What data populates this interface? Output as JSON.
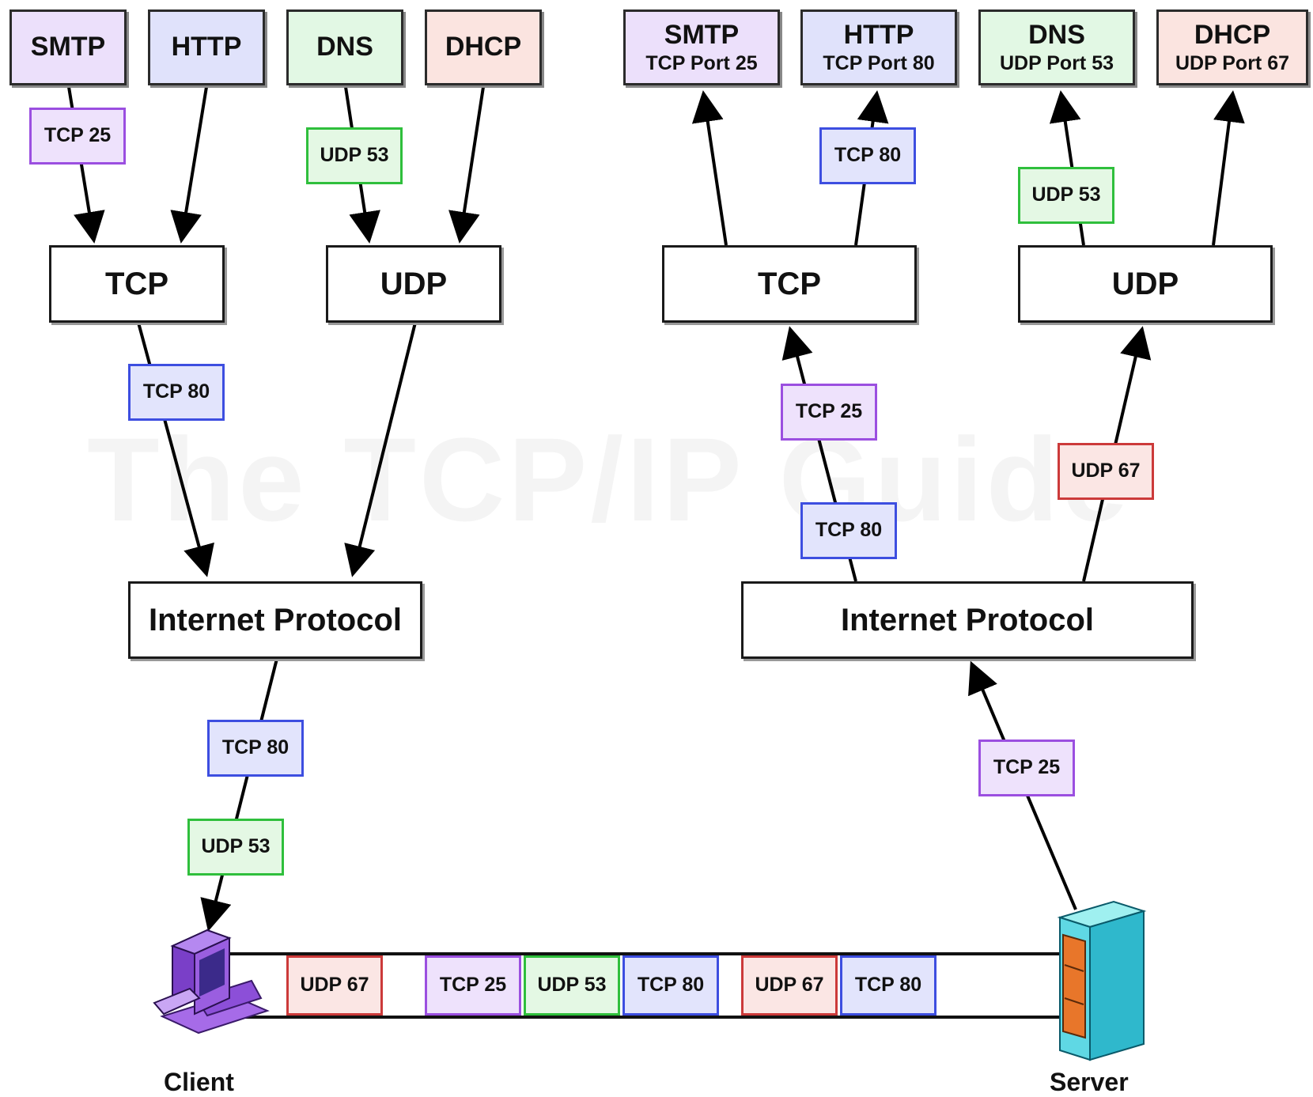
{
  "watermark": "The TCP/IP Guide",
  "client": {
    "apps": [
      {
        "name": "SMTP"
      },
      {
        "name": "HTTP"
      },
      {
        "name": "DNS"
      },
      {
        "name": "DHCP"
      }
    ],
    "tcp_label": "TCP",
    "udp_label": "UDP",
    "ip_label": "Internet Protocol",
    "tags": {
      "smtp_tcp25": "TCP 25",
      "dns_udp53": "UDP 53",
      "tcp_to_ip_tcp80": "TCP 80",
      "ip_down_tcp80": "TCP 80",
      "ip_down_udp53": "UDP 53"
    },
    "caption": "Client"
  },
  "server": {
    "apps": [
      {
        "name": "SMTP",
        "port": "TCP Port 25"
      },
      {
        "name": "HTTP",
        "port": "TCP Port 80"
      },
      {
        "name": "DNS",
        "port": "UDP Port 53"
      },
      {
        "name": "DHCP",
        "port": "UDP Port 67"
      }
    ],
    "tcp_label": "TCP",
    "udp_label": "UDP",
    "ip_label": "Internet Protocol",
    "tags": {
      "http_tcp80": "TCP 80",
      "dns_udp53": "UDP 53",
      "ip_to_tcp_tcp25": "TCP 25",
      "ip_to_tcp_tcp80": "TCP 80",
      "ip_to_udp_udp67": "UDP 67",
      "server_up_tcp25": "TCP 25"
    },
    "caption": "Server"
  },
  "link_segments": [
    "UDP 67",
    "TCP 25",
    "UDP 53",
    "TCP 80",
    "UDP 67",
    "TCP 80"
  ],
  "colors": {
    "smtp": "#9b4fe0",
    "http": "#3d4ee0",
    "dns": "#2fbf3c",
    "dhcp": "#cc3a3a"
  },
  "icons": {
    "client": "desktop-computer-icon",
    "server": "server-tower-icon"
  }
}
